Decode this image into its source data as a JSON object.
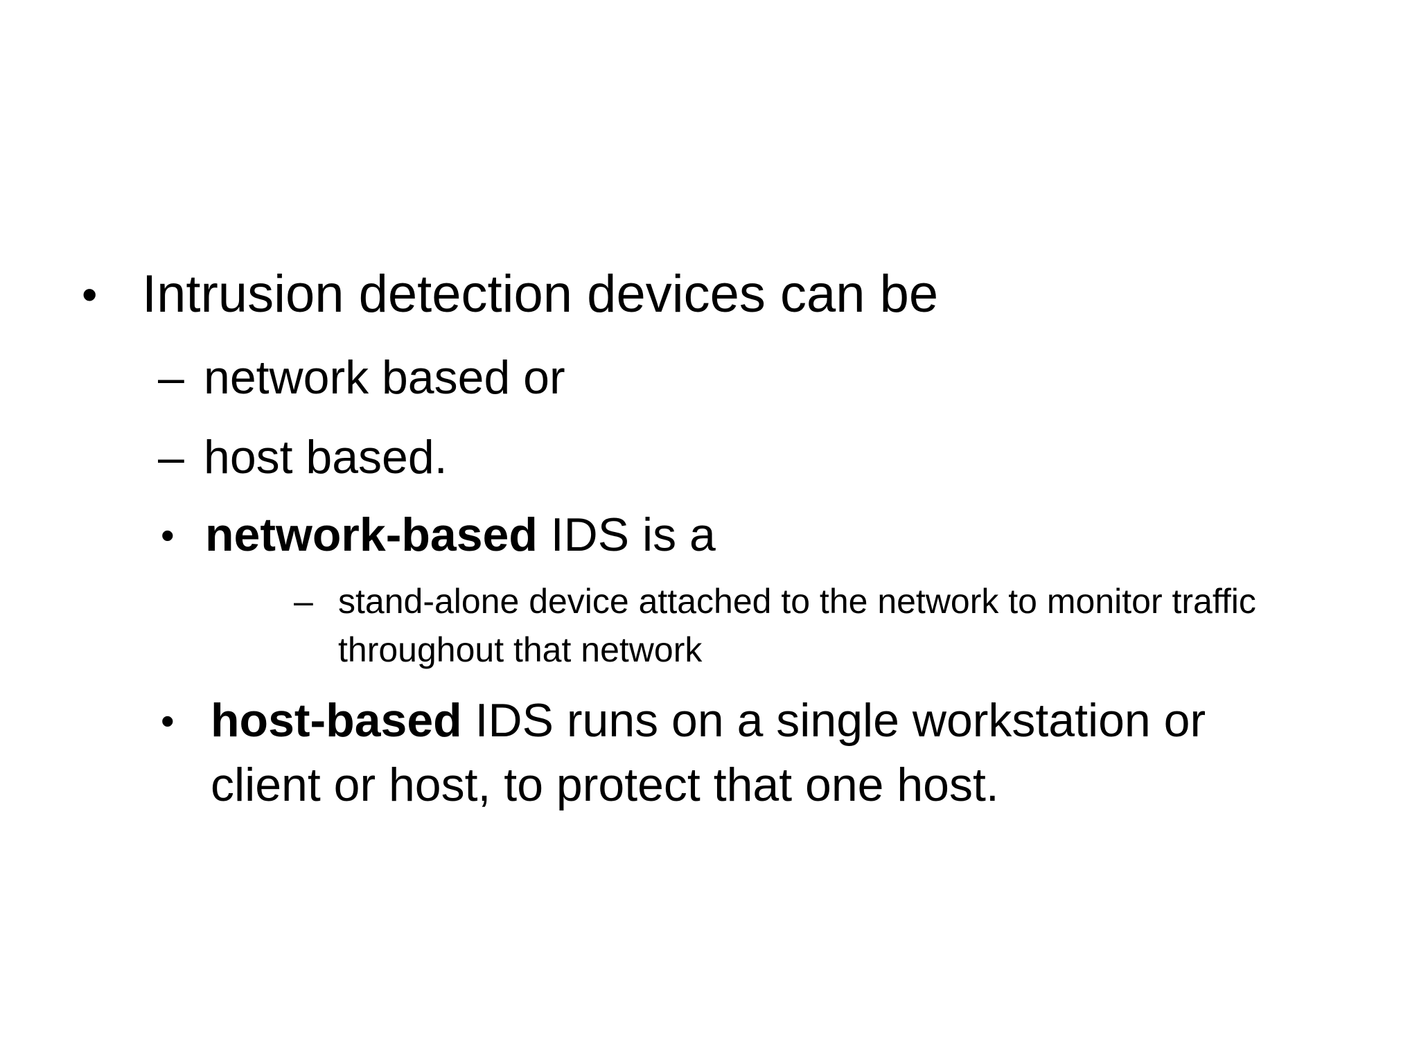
{
  "slide": {
    "colors": {
      "background": "#ffffff",
      "text": "#000000"
    },
    "items": {
      "item1": {
        "bullet": "•",
        "text": "Intrusion detection devices can be"
      },
      "item2": {
        "bullet": "–",
        "text": "network based or"
      },
      "item3": {
        "bullet": "–",
        "text": "host based."
      },
      "item4": {
        "bullet": "•",
        "bold": "network-based",
        "rest": " IDS is a"
      },
      "item5": {
        "bullet": "–",
        "text": "stand-alone device attached to the network to monitor traffic\nthroughout that network"
      },
      "item6": {
        "bullet": "•",
        "bold": "host-based",
        "rest": " IDS runs on a single workstation or\nclient or host, to protect that one host."
      }
    }
  }
}
